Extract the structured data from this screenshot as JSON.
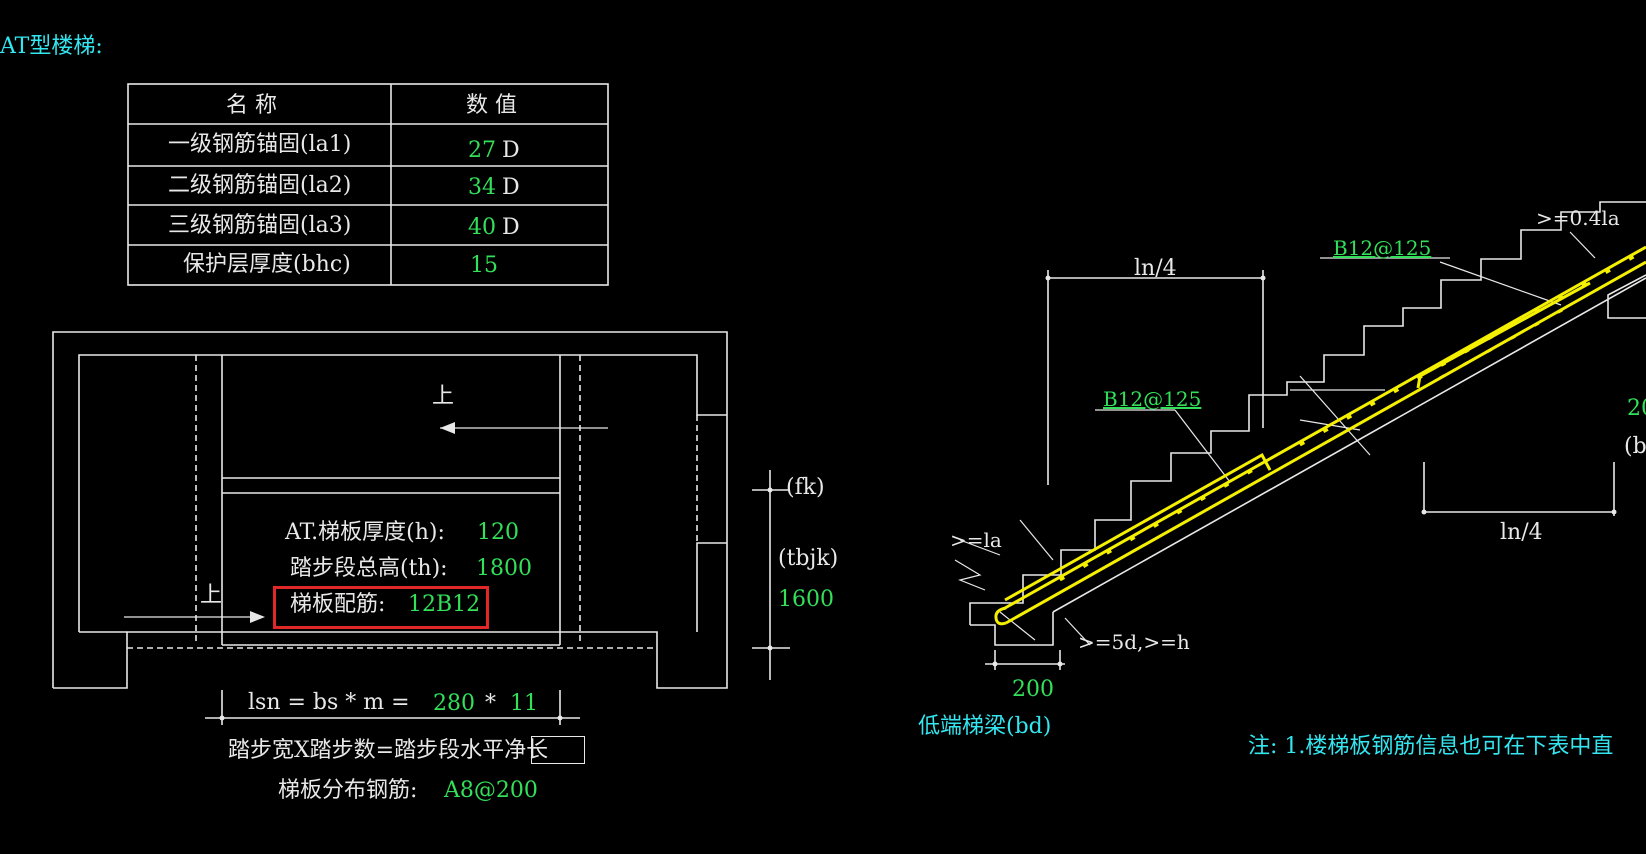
{
  "heading": "AT型楼梯:",
  "table": {
    "header_name": "名  称",
    "header_value": "数  值",
    "rows": [
      {
        "name": "一级钢筋锚固(la1)",
        "value": "27",
        "unit": "D"
      },
      {
        "name": "二级钢筋锚固(la2)",
        "value": "34",
        "unit": "D"
      },
      {
        "name": "三级钢筋锚固(la3)",
        "value": "40",
        "unit": "D"
      },
      {
        "name": "保护层厚度(bhc)",
        "value": "15",
        "unit": ""
      }
    ]
  },
  "plan": {
    "up_label_top": "上",
    "up_label_left": "上",
    "thickness_label": "AT.梯板厚度(h):",
    "thickness_value": "120",
    "height_label": "踏步段总高(th):",
    "height_value": "1800",
    "rebar_label": "梯板配筋:",
    "rebar_value": "12B12",
    "fk_label": "(fk)",
    "tbjk_label": "(tbjk)",
    "tbjk_value": "1600",
    "lsn_formula": "lsn = bs * m =",
    "bs_value": "280",
    "times": "*",
    "m_value": "11",
    "formula_note": "踏步宽X踏步数=踏步段水平净长",
    "dist_label": "梯板分布钢筋:",
    "dist_value": "A8@200"
  },
  "section": {
    "rebar_top": "B12@125",
    "rebar_mid": "B12@125",
    "ln4_top": "ln/4",
    "ln4_bottom": "ln/4",
    "anchor_top": ">=0.4la",
    "anchor_left": ">=la",
    "bottom_dim": ">=5d,>=h",
    "beam_width": "200",
    "beam_label": "低端梯梁(bd)",
    "right_value_partial": "20",
    "right_label_partial": "(b",
    "note": "注: 1.楼梯板钢筋信息也可在下表中直"
  },
  "colors": {
    "background": "#000000",
    "cyan": "#33e6f0",
    "green": "#33e05a",
    "yellow": "#f5f000",
    "highlight": "#e02828"
  }
}
